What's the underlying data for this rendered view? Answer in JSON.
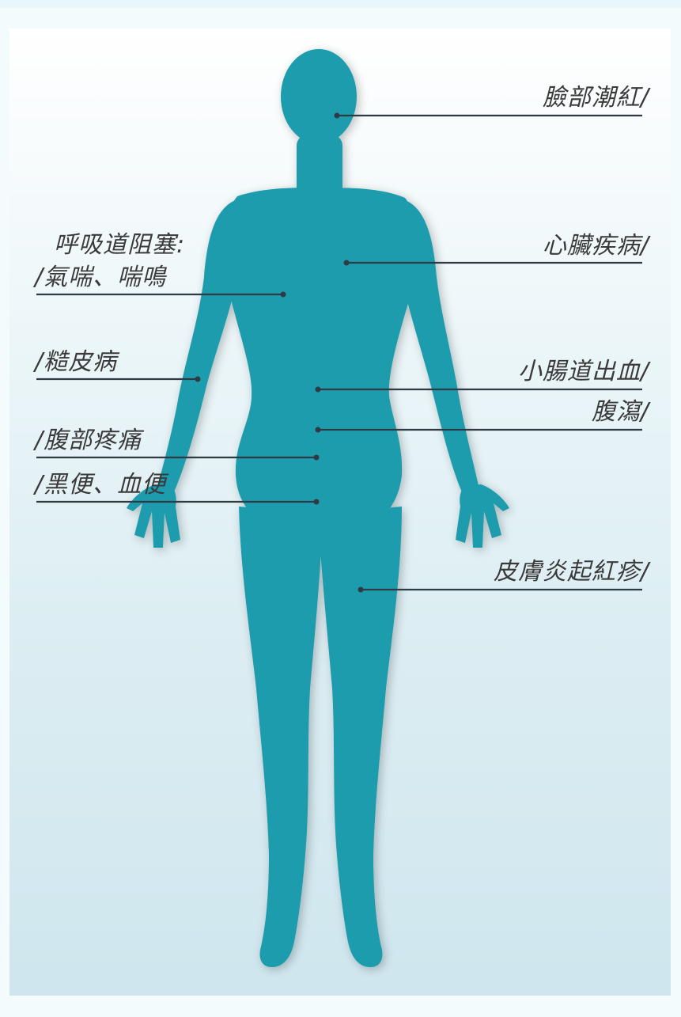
{
  "colors": {
    "body": "#1a9cad",
    "leader_line": "#2f3a44",
    "text": "#3a3a3a"
  },
  "labels": {
    "facial_flushing": "臉部潮紅/",
    "respiratory_title": "呼吸道阻塞:",
    "respiratory_detail": "/氣喘、喘鳴",
    "heart_disease": "心臟疾病/",
    "eczema": "/糙皮病",
    "intestinal_bleeding": "小腸道出血/",
    "diarrhea": "腹瀉/",
    "abdominal_pain": "/腹部疼痛",
    "black_stool": "/黑便、血便",
    "skin_rash": "皮膚炎起紅疹/"
  }
}
